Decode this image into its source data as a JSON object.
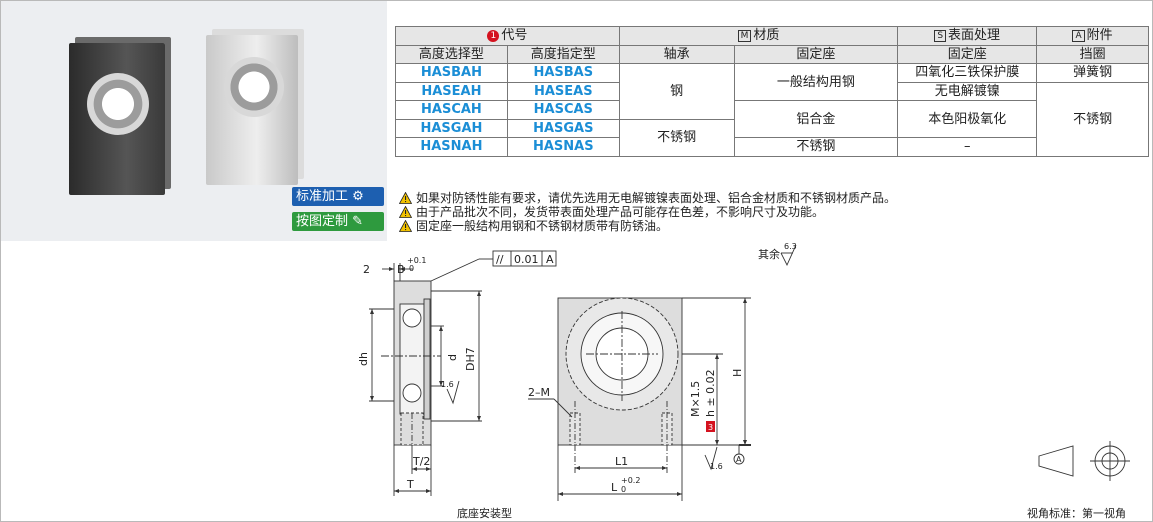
{
  "tags": {
    "standard": "标准加工",
    "custom": "按图定制"
  },
  "table": {
    "head1": {
      "code_num": "1",
      "code": "代号",
      "material_icon": "M",
      "material": "材质",
      "surface_icon": "S",
      "surface": "表面处理",
      "accessory_icon": "A",
      "accessory": "附件"
    },
    "head2": [
      "高度选择型",
      "高度指定型",
      "轴承",
      "固定座",
      "固定座",
      "挡圈"
    ],
    "rows": [
      {
        "a": "HASBAH",
        "b": "HASBAS"
      },
      {
        "a": "HASEAH",
        "b": "HASEAS"
      },
      {
        "a": "HASCAH",
        "b": "HASCAS"
      },
      {
        "a": "HASGAH",
        "b": "HASGAS"
      },
      {
        "a": "HASNAH",
        "b": "HASNAS"
      }
    ],
    "bearing_steel": "钢",
    "bearing_stainless": "不锈钢",
    "seat_general": "一般结构用钢",
    "seat_alu": "铝合金",
    "seat_stainless": "不锈钢",
    "surf_black": "四氧化三铁保护膜",
    "surf_nickel": "无电解镀镍",
    "surf_anod": "本色阳极氧化",
    "surf_none": "–",
    "acc_spring": "弹簧钢",
    "acc_stainless": "不锈钢"
  },
  "notes": [
    "如果对防锈性能有要求，请优先选用无电解镀镍表面处理、铝合金材质和不锈钢材质产品。",
    "由于产品批次不同，发货带表面处理产品可能存在色差，不影响尺寸及功能。",
    "固定座一般结构用钢和不锈钢材质带有防锈油。"
  ],
  "drawing": {
    "dim_2": "2",
    "dim_B": "B",
    "tol_B_up": "+0.1",
    "tol_B_low": "0",
    "flatness": "//",
    "flatness_val": "0.01",
    "datum": "A",
    "dh": "dh",
    "d": "d",
    "DH7": "DH7",
    "rough16a": "1.6",
    "rough16b": "1.6",
    "T2": "T/2",
    "T": "T",
    "label_2M": "2–M",
    "M15": "M×1.5",
    "h_num": "3",
    "h_tol": "h ± 0.02",
    "H": "H",
    "L1": "L1",
    "L": "L",
    "L_up": "+0.2",
    "L_low": "0",
    "datumA": "A",
    "rest": "其余",
    "rest_val": "6.3",
    "caption": "底座安装型",
    "view_std": "视角标准：第一视角"
  },
  "colors": {
    "std": "#1d5fb0",
    "custom": "#2e9a3e",
    "code": "#1b8ed6",
    "red": "#d4121f"
  }
}
